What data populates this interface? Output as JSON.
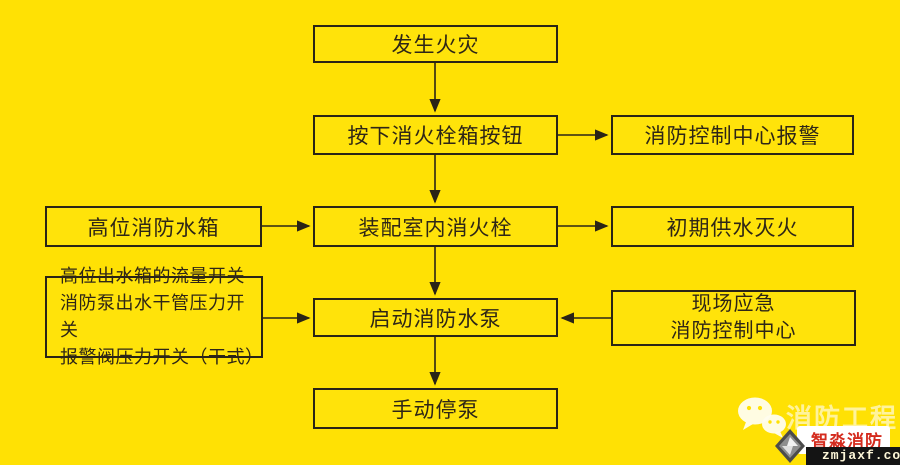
{
  "colors": {
    "background": "#FFE104",
    "node_fill": "#FFE30A",
    "node_border": "#2a2416",
    "node_text": "#2e2617",
    "brand_red": "#d42b1e",
    "site_badge_bg": "#141414"
  },
  "nodes": {
    "fire": {
      "label": "发生火灾"
    },
    "press": {
      "label": "按下消火栓箱按钮"
    },
    "alarm": {
      "label": "消防控制中心报警"
    },
    "tank": {
      "label": "高位消防水箱"
    },
    "hydrant": {
      "label": "装配室内消火栓"
    },
    "initial": {
      "label": "初期供水灭火"
    },
    "switches": {
      "lines": [
        "高位出水箱的流量开关",
        "消防泵出水干管压力开关",
        "报警阀压力开关（干式）"
      ]
    },
    "startpump": {
      "label": "启动消防水泵"
    },
    "emergency": {
      "lines": [
        "现场应急",
        "消防控制中心"
      ]
    },
    "stoppump": {
      "label": "手动停泵"
    }
  },
  "edges": [
    {
      "from": "发生火灾",
      "to": "按下消火栓箱按钮"
    },
    {
      "from": "按下消火栓箱按钮",
      "to": "消防控制中心报警"
    },
    {
      "from": "按下消火栓箱按钮",
      "to": "装配室内消火栓"
    },
    {
      "from": "高位消防水箱",
      "to": "装配室内消火栓"
    },
    {
      "from": "装配室内消火栓",
      "to": "初期供水灭火"
    },
    {
      "from": "装配室内消火栓",
      "to": "启动消防水泵"
    },
    {
      "from": "高位出水箱的流量开关/消防泵出水干管压力开关/报警阀压力开关（干式）",
      "to": "启动消防水泵"
    },
    {
      "from": "现场应急消防控制中心",
      "to": "启动消防水泵"
    },
    {
      "from": "启动消防水泵",
      "to": "手动停泵"
    }
  ],
  "watermark": {
    "title": "消防工程",
    "brand": "智淼消防",
    "site": "zmjaxf.com"
  }
}
